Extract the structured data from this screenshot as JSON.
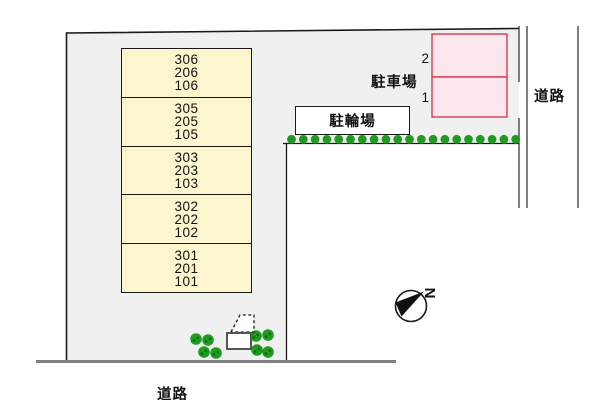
{
  "building": {
    "rooms": [
      {
        "units": [
          "306",
          "206",
          "106"
        ]
      },
      {
        "units": [
          "305",
          "205",
          "105"
        ]
      },
      {
        "units": [
          "303",
          "203",
          "103"
        ]
      },
      {
        "units": [
          "302",
          "202",
          "102"
        ]
      },
      {
        "units": [
          "301",
          "201",
          "101"
        ]
      }
    ]
  },
  "parking": {
    "label": "駐車場",
    "space_numbers": [
      "2",
      "1"
    ]
  },
  "bicycle_parking": {
    "label": "駐輪場"
  },
  "road_right": {
    "label": "道路"
  },
  "road_bottom": {
    "label": "道路"
  },
  "compass": {
    "north_label": "N"
  },
  "colors": {
    "lot_fill": "#f0f0f0",
    "lot_border": "#1a1a1a",
    "building_fill": "#fbf6cd",
    "parking_fill": "#fce7ee",
    "parking_border": "#d23c50",
    "greenery": "#1f9c1f",
    "road_edge": "#808080"
  }
}
